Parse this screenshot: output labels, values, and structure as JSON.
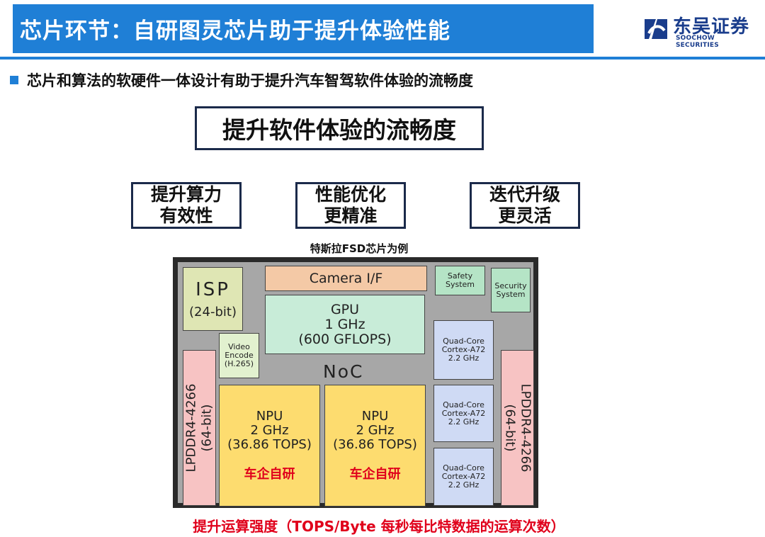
{
  "header": {
    "title": "芯片环节：自研图灵芯片助于提升体验性能",
    "logo_cn": "东吴证券",
    "logo_en": "SOOCHOW SECURITIES"
  },
  "bullet": "芯片和算法的软硬件一体设计有助于提升汽车智驾软件体验的流畅度",
  "main_box": "提升软件体验的流畅度",
  "sub_boxes": [
    {
      "line1": "提升算力",
      "line2": "有效性"
    },
    {
      "line1": "性能优化",
      "line2": "更精准"
    },
    {
      "line1": "迭代升级",
      "line2": "更灵活"
    }
  ],
  "caption_top": "特斯拉FSD芯片为例",
  "chip": {
    "isp_title": "ISP",
    "isp_sub": "(24-bit)",
    "camera": "Camera I/F",
    "safety_1": "Safety",
    "safety_2": "System",
    "security_1": "Security",
    "security_2": "System",
    "gpu_1": "GPU",
    "gpu_2": "1 GHz",
    "gpu_3": "(600 GFLOPS)",
    "video_1": "Video",
    "video_2": "Encode",
    "video_3": "(H.265)",
    "noc": "NoC",
    "quad_1": "Quad-Core",
    "quad_2": "Cortex-A72",
    "quad_3": "2.2 GHz",
    "lpddr_1": "LPDDR4-4266",
    "lpddr_2": "(64-bit)",
    "npu_1": "NPU",
    "npu_2": "2 GHz",
    "npu_3": "(36.86 TOPS)",
    "npu_tag": "车企自研"
  },
  "caption_bottom": "提升运算强度（TOPS/Byte 每秒每比特数据的运算次数）",
  "colors": {
    "brand_blue": "#1f7fd6",
    "logo_navy": "#1a3d8c",
    "accent_red": "#e0001b"
  }
}
